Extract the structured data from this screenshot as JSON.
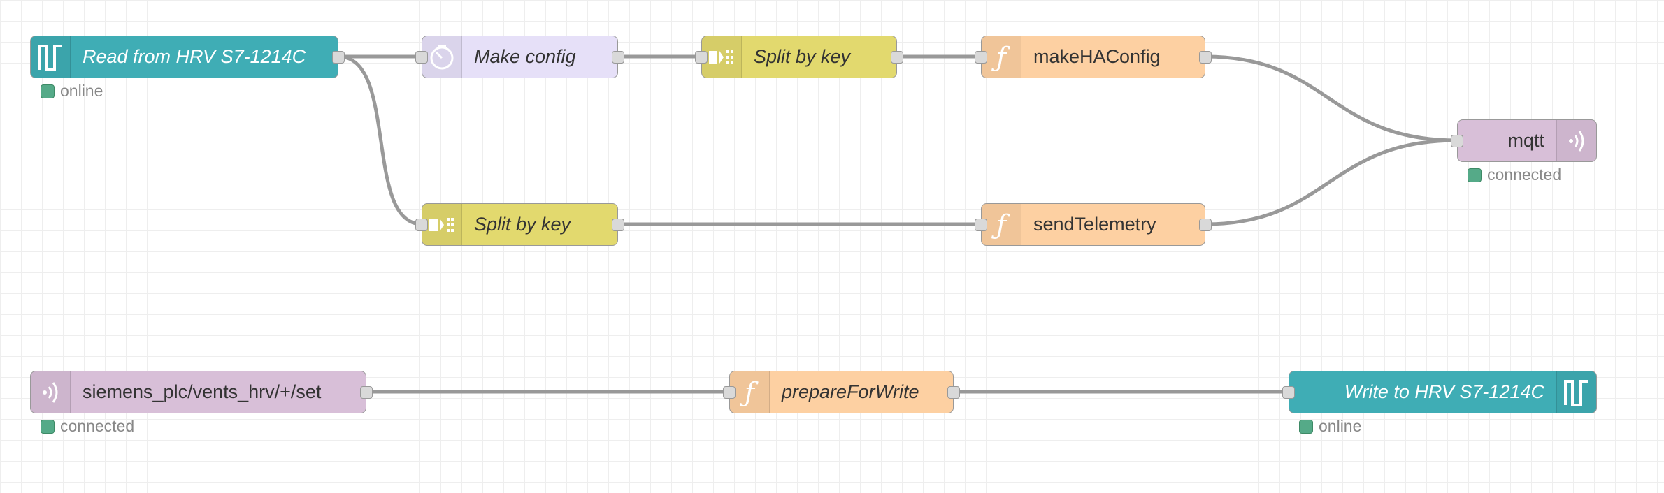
{
  "colors": {
    "s7comm": "#3fadb5",
    "delay": "#e6e0f8",
    "split": "#e2d96e",
    "function": "#fdd0a2",
    "mqtt": "#d8bfd8",
    "wire": "#999999",
    "status_green": "#55aa88"
  },
  "nodes": {
    "read_hrv": {
      "label": "Read from HRV S7-1214C",
      "icon": "s7-plc-icon",
      "status": "online"
    },
    "make_config": {
      "label": "Make config",
      "icon": "timer-icon"
    },
    "split_top": {
      "label": "Split by key",
      "icon": "split-icon"
    },
    "make_ha": {
      "label": "makeHAConfig",
      "icon": "function-icon"
    },
    "mqtt_out": {
      "label": "mqtt",
      "icon": "mqtt-wave-icon",
      "status": "connected"
    },
    "split_bottom": {
      "label": "Split by key",
      "icon": "split-icon"
    },
    "send_tel": {
      "label": "sendTelemetry",
      "icon": "function-icon"
    },
    "mqtt_in": {
      "label": "siemens_plc/vents_hrv/+/set",
      "icon": "mqtt-wave-icon",
      "status": "connected"
    },
    "prepare": {
      "label": "prepareForWrite",
      "icon": "function-icon"
    },
    "write_hrv": {
      "label": "Write to HRV S7-1214C",
      "icon": "s7-plc-icon",
      "status": "online"
    }
  }
}
